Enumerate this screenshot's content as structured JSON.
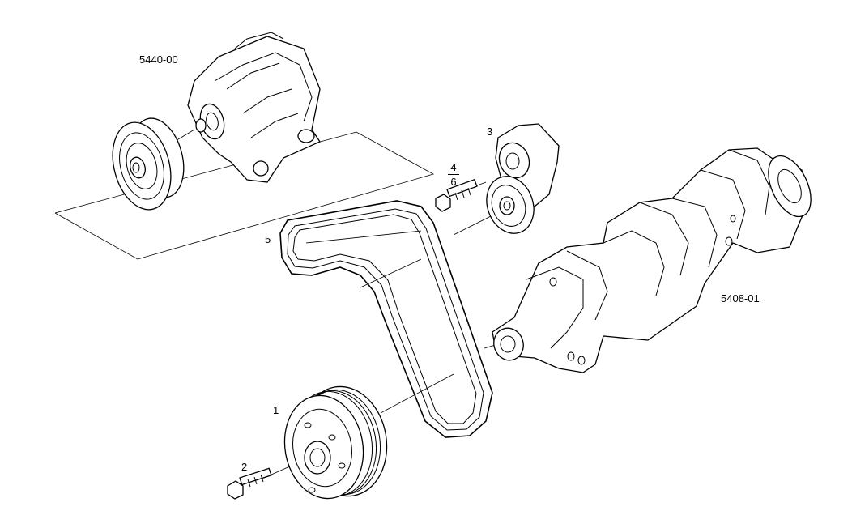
{
  "labels": {
    "alternator": "5440-00",
    "crankshaft": "5408-01",
    "pulley": "1",
    "screw": "2",
    "tensioner": "3",
    "bolt_num": "4",
    "bolt_den": "6",
    "belt": "5"
  }
}
